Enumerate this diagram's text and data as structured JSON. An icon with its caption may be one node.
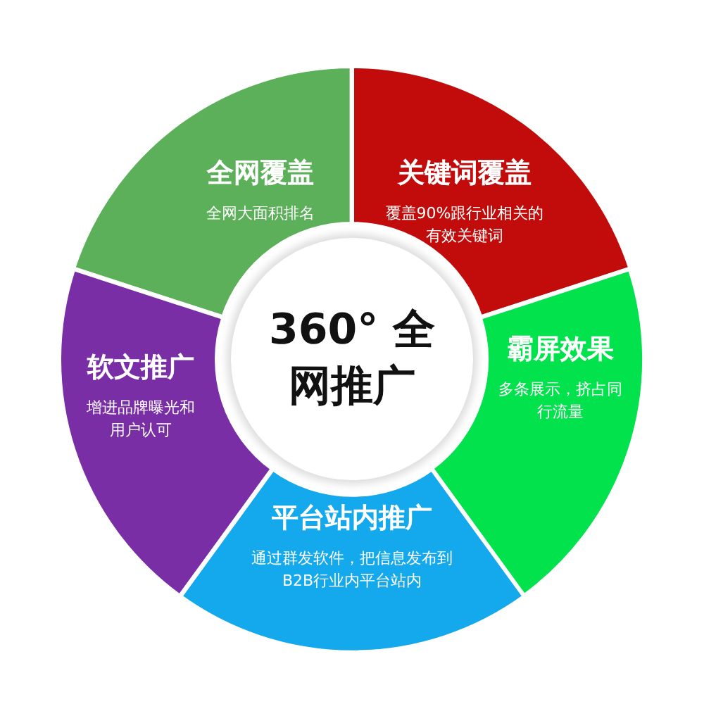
{
  "diagram": {
    "nodes": [
      {
        "text": [
          "360° 全网推广"
        ]
      },
      {
        "text": [
          "全网覆盖",
          "全网大面积排名"
        ]
      },
      {
        "text": [
          "关键词覆盖",
          "覆盖90%跟行业相关的有效关键词"
        ]
      },
      {
        "text": [
          "软文推广",
          "增进品牌曝光和用户认可"
        ]
      },
      {
        "text": [
          "霸屏效果",
          "多条展示，挤占同行流量"
        ]
      },
      {
        "text": [
          "平台站内推广",
          "通过群发软件，把信息发布到B2B行业内平台站内"
        ]
      }
    ]
  }
}
